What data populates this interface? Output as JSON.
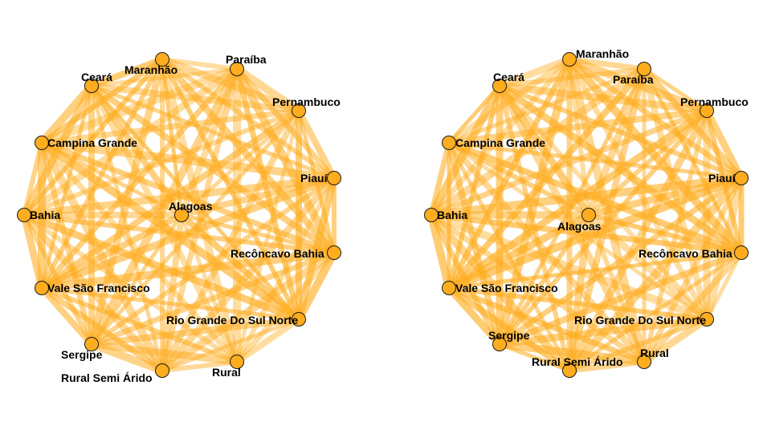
{
  "edge_color": "#ffad1f",
  "node_color": "#ffad1f",
  "node_stroke": "#1a1a1a",
  "label_color": "#000000",
  "graphs": [
    {
      "id": "left",
      "nodes": [
        {
          "id": "alagoas",
          "label": "Alagoas"
        },
        {
          "id": "bahia",
          "label": "Bahia"
        },
        {
          "id": "campina",
          "label": "Campina Grande"
        },
        {
          "id": "ceara",
          "label": "Ceará"
        },
        {
          "id": "maranhao",
          "label": "Maranhão"
        },
        {
          "id": "paraiba",
          "label": "Paraíba"
        },
        {
          "id": "pernambuco",
          "label": "Pernambuco"
        },
        {
          "id": "piaui",
          "label": "Piauí"
        },
        {
          "id": "reconcavo",
          "label": "Recôncavo Bahia"
        },
        {
          "id": "riogrande",
          "label": "Rio Grande Do Sul Norte"
        },
        {
          "id": "rural",
          "label": "Rural"
        },
        {
          "id": "ruralsemi",
          "label": "Rural Semi Árido"
        },
        {
          "id": "sergipe",
          "label": "Sergipe"
        },
        {
          "id": "vale",
          "label": "Vale São Francisco"
        }
      ]
    },
    {
      "id": "right",
      "nodes": [
        {
          "id": "alagoas",
          "label": "Alagoas"
        },
        {
          "id": "bahia",
          "label": "Bahia"
        },
        {
          "id": "campina",
          "label": "Campina Grande"
        },
        {
          "id": "ceara",
          "label": "Ceará"
        },
        {
          "id": "maranhao",
          "label": "Maranhão"
        },
        {
          "id": "paraiba",
          "label": "Paraíba"
        },
        {
          "id": "pernambuco",
          "label": "Pernambuco"
        },
        {
          "id": "piaui",
          "label": "Piauí"
        },
        {
          "id": "reconcavo",
          "label": "Recôncavo Bahia"
        },
        {
          "id": "riogrande",
          "label": "Rio Grande Do Sul Norte"
        },
        {
          "id": "rural",
          "label": "Rural"
        },
        {
          "id": "ruralsemi",
          "label": "Rural Semi Árido"
        },
        {
          "id": "sergipe",
          "label": "Sergipe"
        },
        {
          "id": "vale",
          "label": "Vale São Francisco"
        }
      ]
    }
  ]
}
